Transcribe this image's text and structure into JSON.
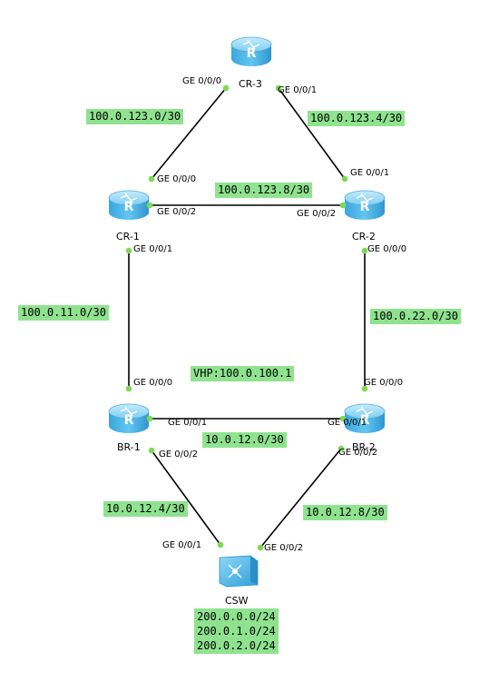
{
  "devices": {
    "cr3": {
      "name": "CR-3"
    },
    "cr1": {
      "name": "CR-1"
    },
    "cr2": {
      "name": "CR-2"
    },
    "br1": {
      "name": "BR-1"
    },
    "br2": {
      "name": "BR-2"
    },
    "csw": {
      "name": "CSW"
    }
  },
  "router_glyph": "R",
  "ports": {
    "cr3_g000": "GE 0/0/0",
    "cr3_g001": "GE 0/0/1",
    "cr1_g000": "GE 0/0/0",
    "cr1_g002": "GE 0/0/2",
    "cr1_g001": "GE 0/0/1",
    "cr2_g001": "GE 0/0/1",
    "cr2_g002": "GE 0/0/2",
    "cr2_g000": "GE 0/0/0",
    "br1_g000": "GE 0/0/0",
    "br1_g001": "GE 0/0/1",
    "br1_g002": "GE 0/0/2",
    "br2_g000": "GE 0/0/0",
    "br2_g001": "GE 0/0/1",
    "br2_g002": "GE 0/0/2",
    "csw_g001": "GE 0/0/1",
    "csw_g002": "GE 0/0/2"
  },
  "networks": {
    "cr1_cr3": "100.0.123.0/30",
    "cr3_cr2": "100.0.123.4/30",
    "cr1_cr2": "100.0.123.8/30",
    "cr1_br1": "100.0.11.0/30",
    "cr2_br2": "100.0.22.0/30",
    "vhp": "VHP:100.0.100.1",
    "br1_br2": "10.0.12.0/30",
    "br1_csw": "10.0.12.4/30",
    "br2_csw": "10.0.12.8/30"
  },
  "csw_networks": [
    "200.0.0.0/24",
    "200.0.1.0/24",
    "200.0.2.0/24"
  ],
  "colors": {
    "router_body": "#4fb8ea",
    "router_top": "#9ad9f6",
    "link": "#000000",
    "port_dot": "#7ed957",
    "net_bg": "#8fe38f"
  }
}
